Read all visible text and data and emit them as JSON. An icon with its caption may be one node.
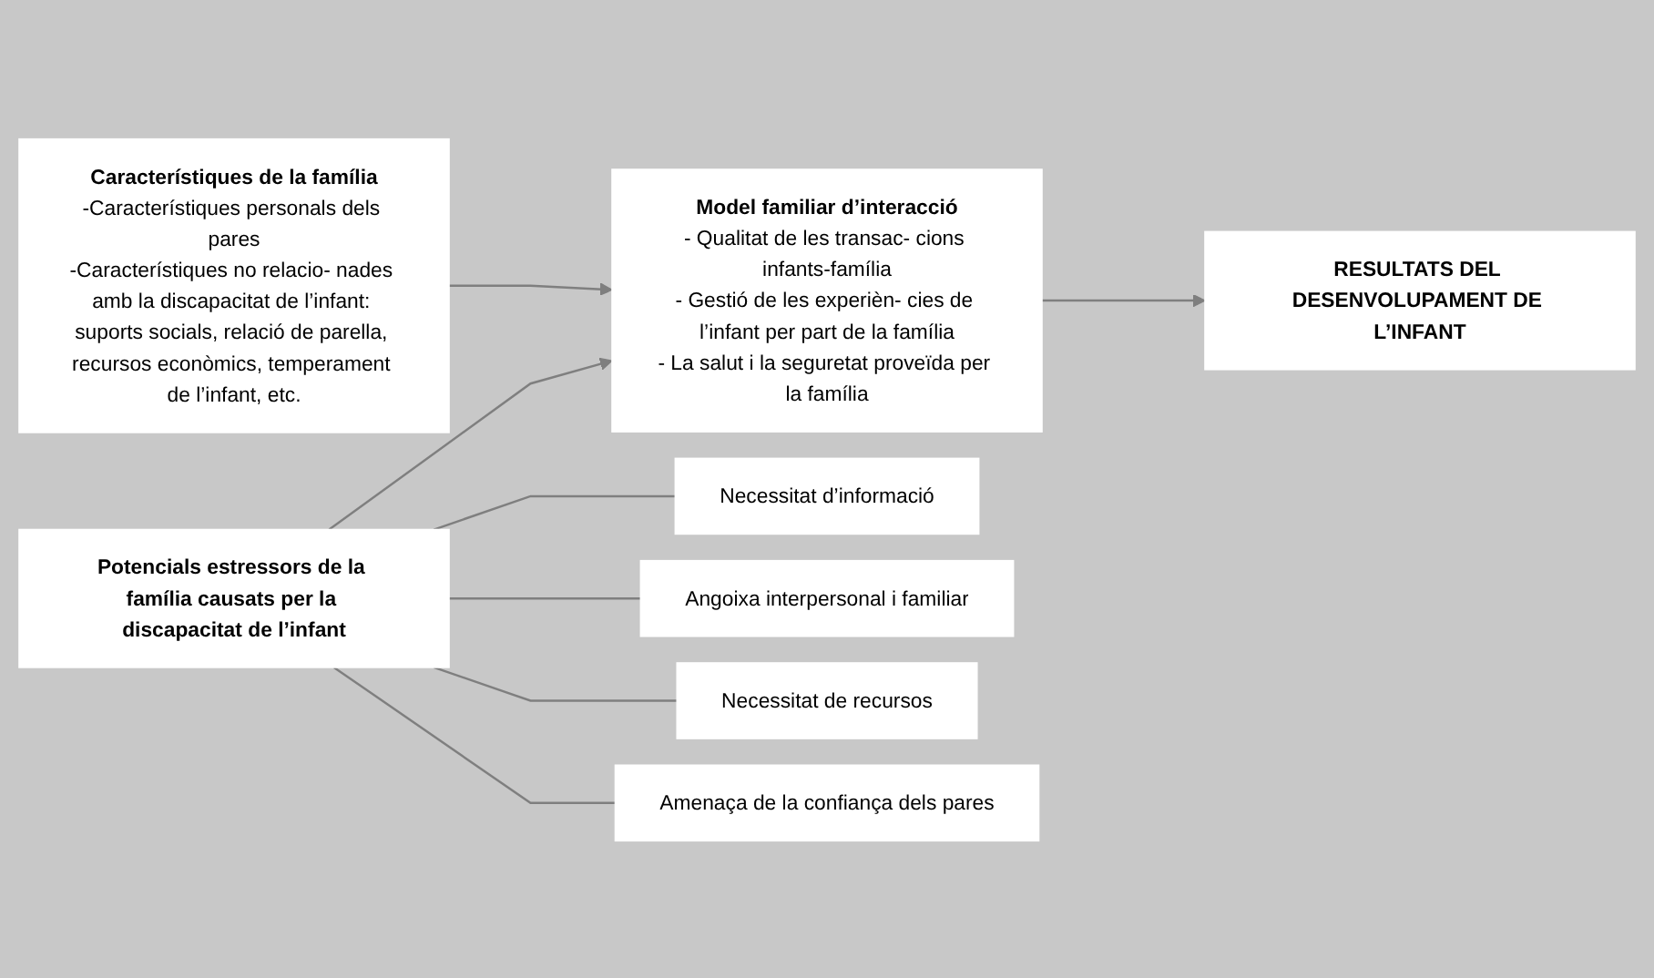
{
  "diagram": {
    "nodes": [
      {
        "text": [
          "Característiques de la família",
          "-Característiques personals dels pares",
          "-Característiques no relacio- nades amb la discapacitat de l’infant: suports socials, relació de parella, recursos econòmics, temperament de l’infant, etc."
        ]
      },
      {
        "text": [
          "Model familiar d’interacció",
          "- Qualitat de les transac- cions infants-família",
          "- Gestió de les experièn- cies de l’infant per part de la família",
          "- La salut i la seguretat proveïda per la família"
        ]
      },
      {
        "text": [
          "RESULTATS DEL DESENVOLUPAMENT DE L’INFANT"
        ]
      },
      {
        "text": [
          "Potencials estressors de la família causats per la discapacitat de l’infant"
        ]
      },
      {
        "text": [
          "Necessitat d’informació"
        ]
      },
      {
        "text": [
          "Angoixa interpersonal i familiar"
        ]
      },
      {
        "text": [
          "Necessitat de recursos"
        ]
      },
      {
        "text": [
          "Amenaça de la confiança dels pares"
        ]
      }
    ],
    "edges": [
      {
        "from": 0,
        "to": 1,
        "arrow": "to"
      },
      {
        "from": 1,
        "to": 2,
        "arrow": "to"
      },
      {
        "from": 3,
        "to": 1,
        "arrow": "to"
      },
      {
        "from": 3,
        "to": 4,
        "arrow": "none"
      },
      {
        "from": 3,
        "to": 5,
        "arrow": "none"
      },
      {
        "from": 3,
        "to": 6,
        "arrow": "none"
      },
      {
        "from": 3,
        "to": 7,
        "arrow": "none"
      }
    ]
  }
}
